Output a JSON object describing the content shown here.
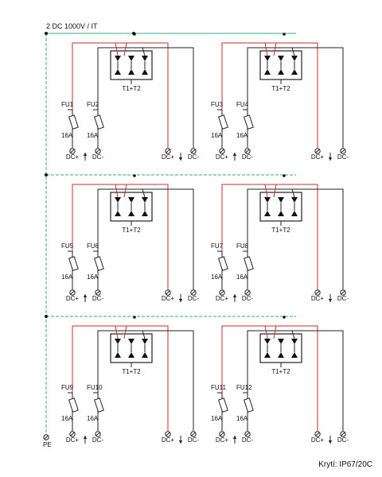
{
  "title": "2 DC 1000V / IT",
  "footer": "Krytí: IP67/20C",
  "pe_label": "PE",
  "colors": {
    "positive": "#cc2a2a",
    "negative": "#222222",
    "pe": "#3aa88a"
  },
  "units": [
    {
      "surge_label": "T1+T2",
      "fuse_plus": "FU1",
      "fuse_minus": "FU2",
      "rating_plus": "16A",
      "rating_minus": "16A",
      "in_plus": "DC+",
      "in_minus": "DC-",
      "out_plus": "DC+",
      "out_minus": "DC-"
    },
    {
      "surge_label": "T1+T2",
      "fuse_plus": "FU3",
      "fuse_minus": "FU4",
      "rating_plus": "16A",
      "rating_minus": "16A",
      "in_plus": "DC+",
      "in_minus": "DC-",
      "out_plus": "DC+",
      "out_minus": "DC-"
    },
    {
      "surge_label": "T1+T2",
      "fuse_plus": "FU5",
      "fuse_minus": "FU6",
      "rating_plus": "16A",
      "rating_minus": "16A",
      "in_plus": "DC+",
      "in_minus": "DC-",
      "out_plus": "DC+",
      "out_minus": "DC-"
    },
    {
      "surge_label": "T1+T2",
      "fuse_plus": "FU7",
      "fuse_minus": "FU8",
      "rating_plus": "16A",
      "rating_minus": "16A",
      "in_plus": "DC+",
      "in_minus": "DC-",
      "out_plus": "DC+",
      "out_minus": "DC-"
    },
    {
      "surge_label": "T1+T2",
      "fuse_plus": "FU9",
      "fuse_minus": "FU10",
      "rating_plus": "16A",
      "rating_minus": "16A",
      "in_plus": "DC+",
      "in_minus": "DC-",
      "out_plus": "DC+",
      "out_minus": "DC-"
    },
    {
      "surge_label": "T1+T2",
      "fuse_plus": "FU11",
      "fuse_minus": "FU12",
      "rating_plus": "16A",
      "rating_minus": "16A",
      "in_plus": "DC+",
      "in_minus": "DC-",
      "out_plus": "DC+",
      "out_minus": "DC-"
    }
  ]
}
